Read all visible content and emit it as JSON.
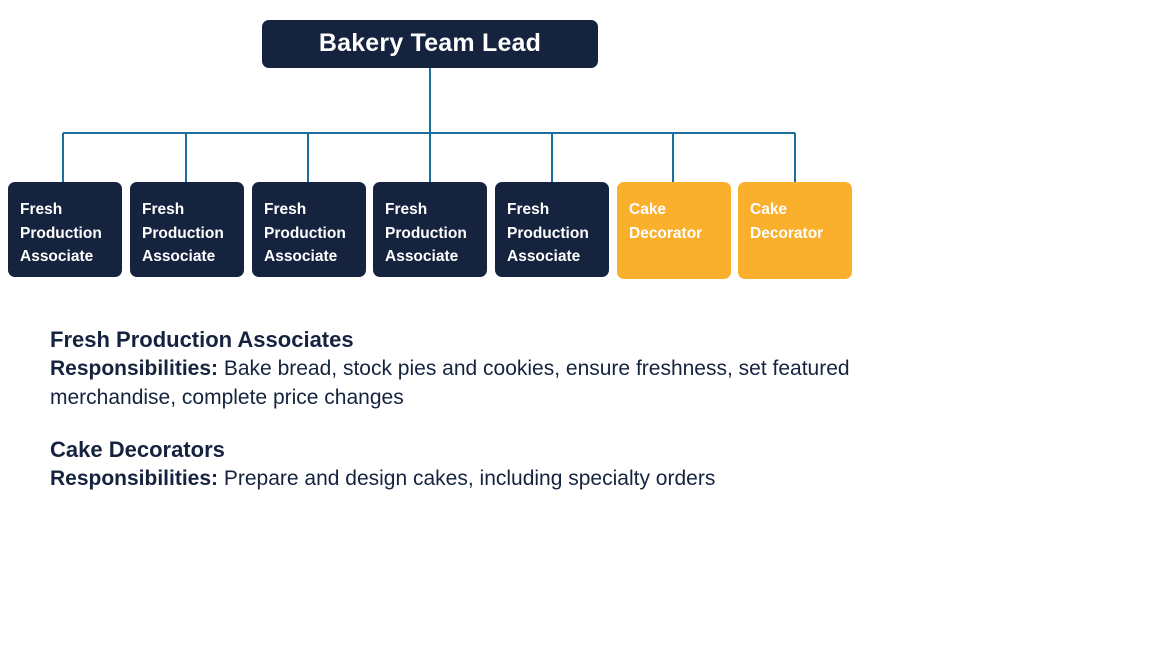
{
  "slide": {
    "background_color": "#ffffff"
  },
  "org_chart": {
    "root": {
      "label": "Bakery Team Lead",
      "fill_color": "#15233f",
      "text_color": "#ffffff"
    },
    "connector_color": "#1c6e9c",
    "nodes": [
      {
        "label": "Fresh\nProduction\nAssociate",
        "role": "fresh-production-associate",
        "fill_color": "#15233f",
        "text_color": "#ffffff"
      },
      {
        "label": "Fresh\nProduction\nAssociate",
        "role": "fresh-production-associate",
        "fill_color": "#15233f",
        "text_color": "#ffffff"
      },
      {
        "label": "Fresh\nProduction\nAssociate",
        "role": "fresh-production-associate",
        "fill_color": "#15233f",
        "text_color": "#ffffff"
      },
      {
        "label": "Fresh\nProduction\nAssociate",
        "role": "fresh-production-associate",
        "fill_color": "#15233f",
        "text_color": "#ffffff"
      },
      {
        "label": "Fresh\nProduction\nAssociate",
        "role": "fresh-production-associate",
        "fill_color": "#15233f",
        "text_color": "#ffffff"
      },
      {
        "label": "Cake\nDecorator",
        "role": "cake-decorator",
        "fill_color": "#fbb02d",
        "text_color": "#ffffff"
      },
      {
        "label": "Cake\nDecorator",
        "role": "cake-decorator",
        "fill_color": "#fbb02d",
        "text_color": "#ffffff"
      }
    ]
  },
  "description": {
    "blocks": [
      {
        "heading": "Fresh Production Associates",
        "label": "Responsibilities:",
        "text": " Bake bread, stock pies and cookies, ensure freshness, set featured merchandise, complete price changes"
      },
      {
        "heading": "Cake Decorators",
        "label": "Responsibilities:",
        "text": " Prepare and design cakes, including specialty orders"
      }
    ]
  }
}
